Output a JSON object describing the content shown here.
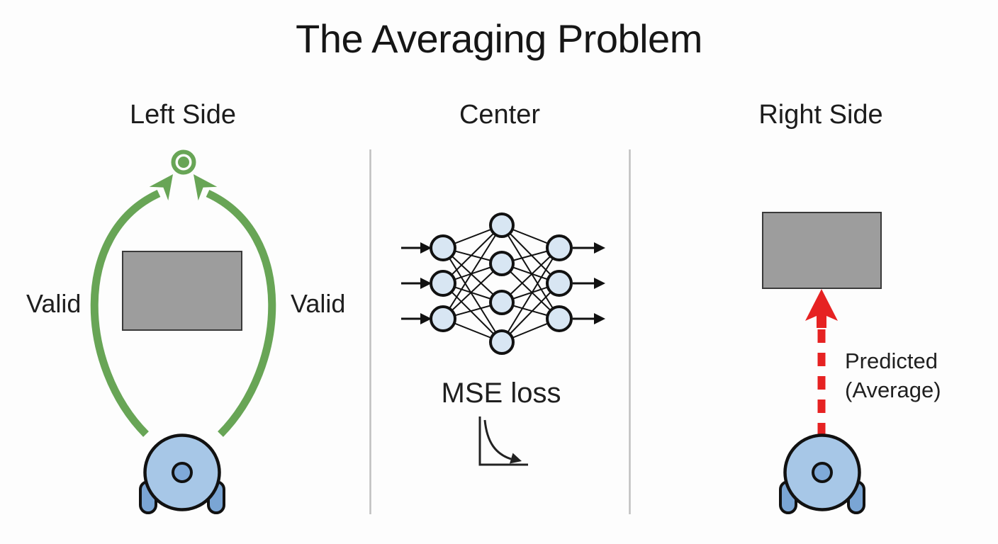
{
  "title": "The Averaging Problem",
  "panels": {
    "left": {
      "heading": "Left Side",
      "valid_label_left": "Valid",
      "valid_label_right": "Valid"
    },
    "center": {
      "heading": "Center",
      "loss_label": "MSE loss"
    },
    "right": {
      "heading": "Right Side",
      "predicted_line1": "Predicted",
      "predicted_line2": "(Average)"
    }
  },
  "icons": {
    "goal_target": "concentric-green-target",
    "valid_paths": "two-green-curved-arrows",
    "obstacle": "gray-rectangle",
    "robot": "top-down-wheeled-robot",
    "neural_network": "mlp-3-4-3-fully-connected",
    "loss_curve": "decreasing-curve-on-axes",
    "predicted_path": "red-dashed-straight-arrow"
  },
  "colors": {
    "path_green": "#68a556",
    "predicted_red": "#e62222",
    "obstacle_gray": "#9d9d9d",
    "robot_body_blue": "#a7c7e7",
    "robot_accent_blue": "#7aa5d4",
    "node_fill_blue": "#d8e6f3",
    "divider_gray": "#c0c0c0",
    "text": "#1f1f1f"
  }
}
